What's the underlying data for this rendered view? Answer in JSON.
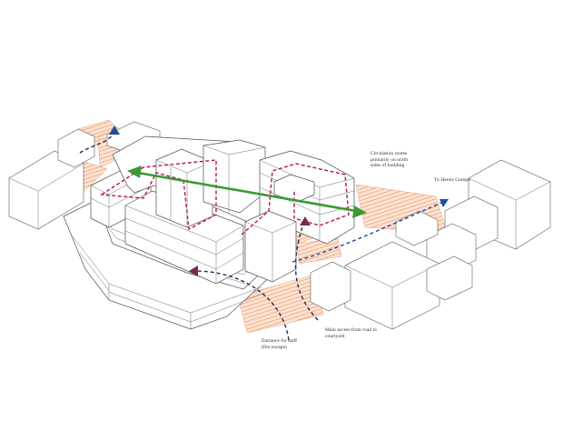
{
  "annotations": {
    "circulation": [
      "Circulation routes",
      "primarily on north",
      "sides of building"
    ],
    "to_hemis": "To Hemis Gompa",
    "staff_entrance": [
      "Entrance for staff",
      "(fire escape)"
    ],
    "main_access": [
      "Main access from road to",
      "courtyard"
    ]
  },
  "colors": {
    "circulation_route": "#b0155e",
    "axis_arrow": "#3a9a35",
    "access_path": "#1b2f5e",
    "exit_arrow": "#1f4e9c",
    "terrain_hatch": "#ef9560",
    "building_line": "#4d4d4d"
  },
  "icons": [
    "arrowhead-up-icon",
    "arrowhead-right-icon",
    "arrowhead-left-icon",
    "arrowhead-up-left-icon"
  ]
}
